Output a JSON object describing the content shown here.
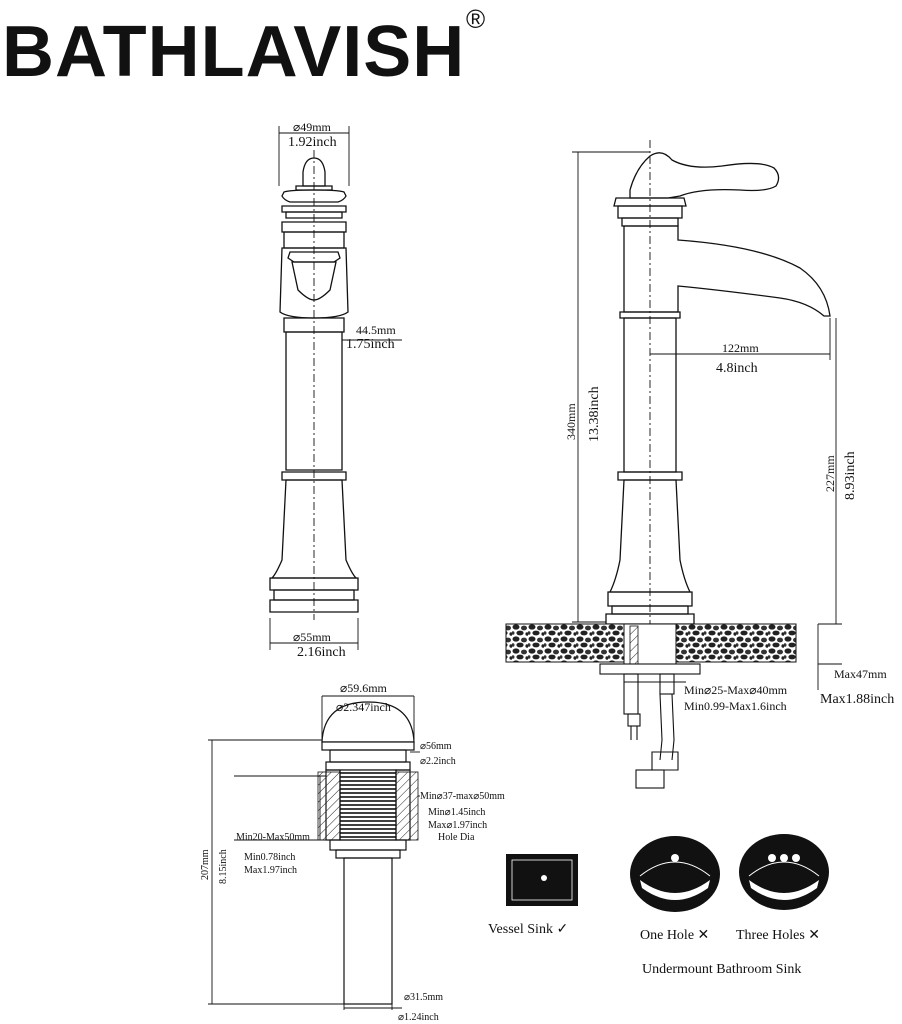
{
  "brand": {
    "name": "BATHLAVISH",
    "registered": "®"
  },
  "front_view": {
    "top_dia_mm": "⌀49mm",
    "top_dia_in": "1.92inch",
    "body_dia_mm": "44.5mm",
    "body_dia_in": "1.75inch",
    "base_dia_mm": "⌀55mm",
    "base_dia_in": "2.16inch"
  },
  "side_view": {
    "height_mm": "340mm",
    "height_in": "13.38inch",
    "reach_mm": "122mm",
    "reach_in": "4.8inch",
    "spout_height_mm": "227mm",
    "spout_height_in": "8.93inch",
    "counter_max_mm": "Max47mm",
    "counter_max_in": "Max1.88inch",
    "hole_range_mm": "Min⌀25-Max⌀40mm",
    "hole_range_in": "Min0.99-Max1.6inch"
  },
  "drain_view": {
    "cap_dia_mm": "⌀59.6mm",
    "cap_dia_in": "⌀2.347inch",
    "flange_dia_mm": "⌀56mm",
    "flange_dia_in": "⌀2.2inch",
    "hole_range_mm": "Min⌀37-max⌀50mm",
    "hole_min_in": "Min⌀1.45inch",
    "hole_max_in": "Max⌀1.97inch",
    "hole_label": "Hole Dia",
    "thick_mm": "Min20-Max50mm",
    "thick_min_in": "Min0.78inch",
    "thick_max_in": "Max1.97inch",
    "height_mm": "207mm",
    "height_in": "8.15inch",
    "pipe_dia_mm": "⌀31.5mm",
    "pipe_dia_in": "⌀1.24inch"
  },
  "sinks": {
    "vessel": "Vessel Sink ✓",
    "one_hole": "One Hole ✕",
    "three_holes": "Three Holes ✕",
    "undermount": "Undermount Bathroom Sink"
  }
}
